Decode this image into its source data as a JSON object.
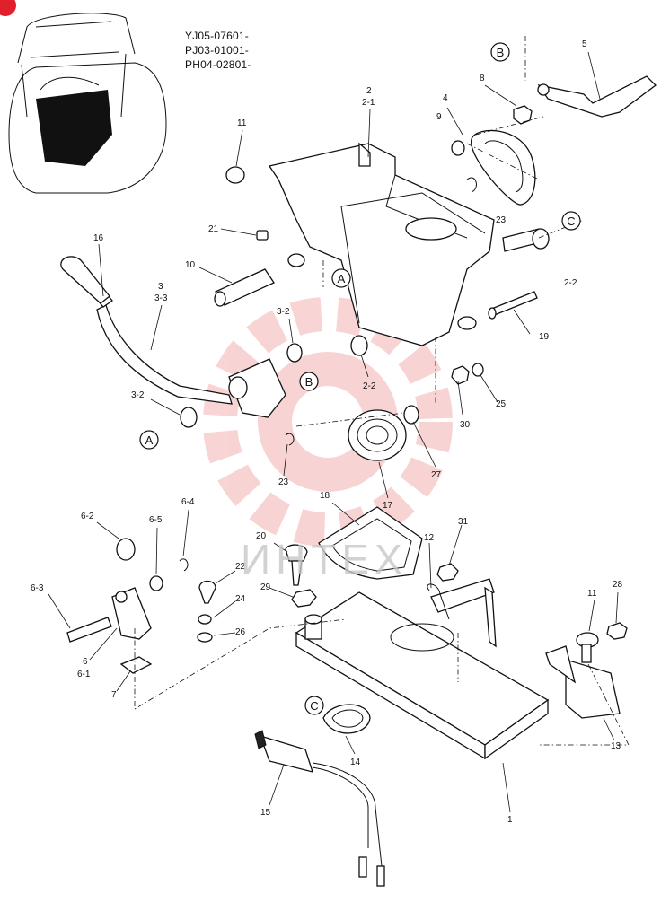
{
  "header": {
    "serials": [
      "YJ05-07601-",
      "PJ03-01001-",
      "PH04-02801-"
    ]
  },
  "watermark": {
    "text": "ИНТЕХ",
    "color": "#e23a3a"
  },
  "corner_badge": {
    "color": "#e0202a"
  },
  "callouts": [
    "A",
    "B",
    "C"
  ],
  "part_labels": {
    "p1": "1",
    "p2": "2",
    "p2_1": "2-1",
    "p2_2a": "2-2",
    "p2_2b": "2-2",
    "p3": "3",
    "p3_3": "3-3",
    "p3_2a": "3-2",
    "p3_2b": "3-2",
    "p4": "4",
    "p5": "5",
    "p6": "6",
    "p6_1": "6-1",
    "p6_2": "6-2",
    "p6_3": "6-3",
    "p6_4": "6-4",
    "p6_5": "6-5",
    "p7": "7",
    "p8": "8",
    "p9": "9",
    "p10": "10",
    "p11a": "11",
    "p11b": "11",
    "p12": "12",
    "p13": "13",
    "p14": "14",
    "p15": "15",
    "p16": "16",
    "p17": "17",
    "p18": "18",
    "p19": "19",
    "p20": "20",
    "p21": "21",
    "p22": "22",
    "p23a": "23",
    "p23b": "23",
    "p24": "24",
    "p25": "25",
    "p26": "26",
    "p27": "27",
    "p28": "28",
    "p29": "29",
    "p30": "30",
    "p31": "31"
  }
}
